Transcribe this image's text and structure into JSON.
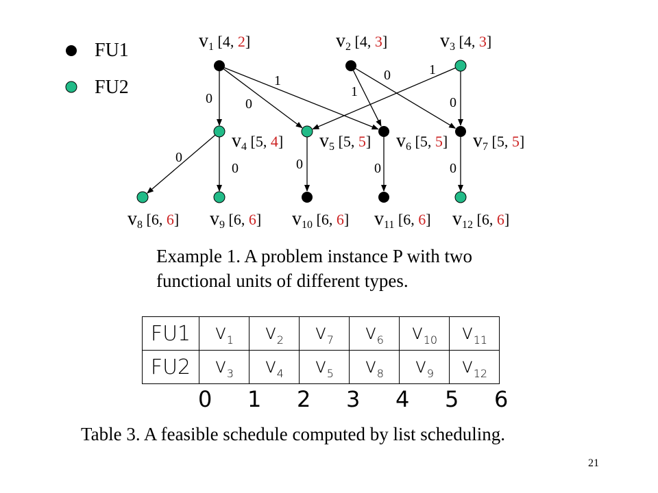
{
  "legend": [
    {
      "label": "FU1",
      "color": "#000000"
    },
    {
      "label": "FU2",
      "color": "#22bb88"
    }
  ],
  "nodes": [
    {
      "id": "v1",
      "name": "v",
      "sub": "1",
      "a": "4",
      "b": "2",
      "fu": "FU1"
    },
    {
      "id": "v2",
      "name": "v",
      "sub": "2",
      "a": "4",
      "b": "3",
      "fu": "FU1"
    },
    {
      "id": "v3",
      "name": "v",
      "sub": "3",
      "a": "4",
      "b": "3",
      "fu": "FU2"
    },
    {
      "id": "v4",
      "name": "v",
      "sub": "4",
      "a": "5",
      "b": "4",
      "fu": "FU2"
    },
    {
      "id": "v5",
      "name": "v",
      "sub": "5",
      "a": "5",
      "b": "5",
      "fu": "FU2"
    },
    {
      "id": "v6",
      "name": "v",
      "sub": "6",
      "a": "5",
      "b": "5",
      "fu": "FU1"
    },
    {
      "id": "v7",
      "name": "v",
      "sub": "7",
      "a": "5",
      "b": "5",
      "fu": "FU1"
    },
    {
      "id": "v8",
      "name": "v",
      "sub": "8",
      "a": "6",
      "b": "6",
      "fu": "FU2"
    },
    {
      "id": "v9",
      "name": "v",
      "sub": "9",
      "a": "6",
      "b": "6",
      "fu": "FU2"
    },
    {
      "id": "v10",
      "name": "v",
      "sub": "10",
      "a": "6",
      "b": "6",
      "fu": "FU1"
    },
    {
      "id": "v11",
      "name": "v",
      "sub": "11",
      "a": "6",
      "b": "6",
      "fu": "FU1"
    },
    {
      "id": "v12",
      "name": "v",
      "sub": "12",
      "a": "6",
      "b": "6",
      "fu": "FU2"
    }
  ],
  "edges": [
    {
      "from": "v1",
      "to": "v4",
      "weight": "0"
    },
    {
      "from": "v1",
      "to": "v5",
      "weight": "0"
    },
    {
      "from": "v1",
      "to": "v6",
      "weight": "1"
    },
    {
      "from": "v2",
      "to": "v6",
      "weight": "1"
    },
    {
      "from": "v2",
      "to": "v7",
      "weight": "0"
    },
    {
      "from": "v3",
      "to": "v5",
      "weight": "1"
    },
    {
      "from": "v3",
      "to": "v7",
      "weight": "0"
    },
    {
      "from": "v4",
      "to": "v8",
      "weight": "0"
    },
    {
      "from": "v4",
      "to": "v9",
      "weight": "0"
    },
    {
      "from": "v5",
      "to": "v10",
      "weight": "0"
    },
    {
      "from": "v6",
      "to": "v11",
      "weight": "0"
    },
    {
      "from": "v7",
      "to": "v12",
      "weight": "0"
    }
  ],
  "caption1_line1": "Example 1. A problem instance P with two",
  "caption1_line2": "functional units of different types.",
  "schedule": {
    "rows": [
      {
        "label": "FU1",
        "cells": [
          {
            "n": "v",
            "s": "1"
          },
          {
            "n": "v",
            "s": "2"
          },
          {
            "n": "v",
            "s": "7"
          },
          {
            "n": "v",
            "s": "6"
          },
          {
            "n": "v",
            "s": "10"
          },
          {
            "n": "v",
            "s": "11"
          }
        ]
      },
      {
        "label": "FU2",
        "cells": [
          {
            "n": "v",
            "s": "3"
          },
          {
            "n": "v",
            "s": "4"
          },
          {
            "n": "v",
            "s": "5"
          },
          {
            "n": "v",
            "s": "8"
          },
          {
            "n": "v",
            "s": "9"
          },
          {
            "n": "v",
            "s": "12"
          }
        ]
      }
    ],
    "ticks": [
      "0",
      "1",
      "2",
      "3",
      "4",
      "5",
      "6"
    ]
  },
  "caption2": "Table 3. A feasible schedule computed by list scheduling.",
  "page_number": "21",
  "colors": {
    "fu1": "#000000",
    "fu2": "#22bb88",
    "bracket_second": "#cc2222"
  }
}
